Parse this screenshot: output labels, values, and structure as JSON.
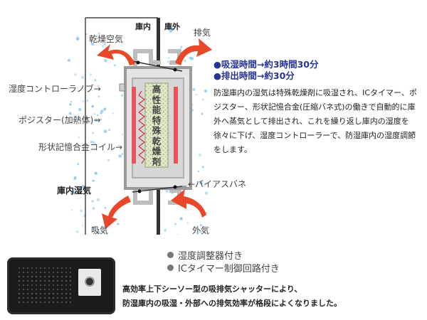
{
  "diagram": {
    "labels": {
      "inside": "庫内",
      "outside": "庫外",
      "dry_air": "乾燥空気",
      "exhaust": "排気",
      "humidity_probe": "湿度コントローラノブ→",
      "posistor": "ポジスター(加熱体)→",
      "sma_coil": "形状記憶合金コイル→",
      "bias_spring": "←バイアスバネ",
      "inside_moist": "庫内湿気",
      "intake": "吸気",
      "outside_air": "外気"
    },
    "desiccant_label": [
      "高",
      "性",
      "能",
      "特",
      "殊",
      "乾",
      "燥",
      "剤"
    ]
  },
  "timing": {
    "absorb": "●吸湿時間→約3時間30分",
    "discharge": "●排出時間→約30分"
  },
  "description": "防湿庫内の湿気は特殊乾燥剤に吸湿され、ICタイマー、ポジスター、形状記憶合金(圧縮バネ式)の働きで自動的に庫外へ蒸気として排出され、これを繰り返し庫内の湿度を徐々に下げ、湿度コントローラーで、防湿庫内の湿度調節をします。",
  "features": [
    "湿度調整器付き",
    "ICタイマー制御回路付き"
  ],
  "bottom_text": [
    "高効率上下シーソー型の吸排気シャッターにより、",
    "防湿庫内の吸湿・外部への排気効率が格段によくなりました。"
  ],
  "colors": {
    "arrow": "#e8472a",
    "heater": "#e9545b",
    "wall": "#444444",
    "unit": "#c9c9c9",
    "timing_text": "#26349a",
    "mist": "#8ec8ee"
  }
}
